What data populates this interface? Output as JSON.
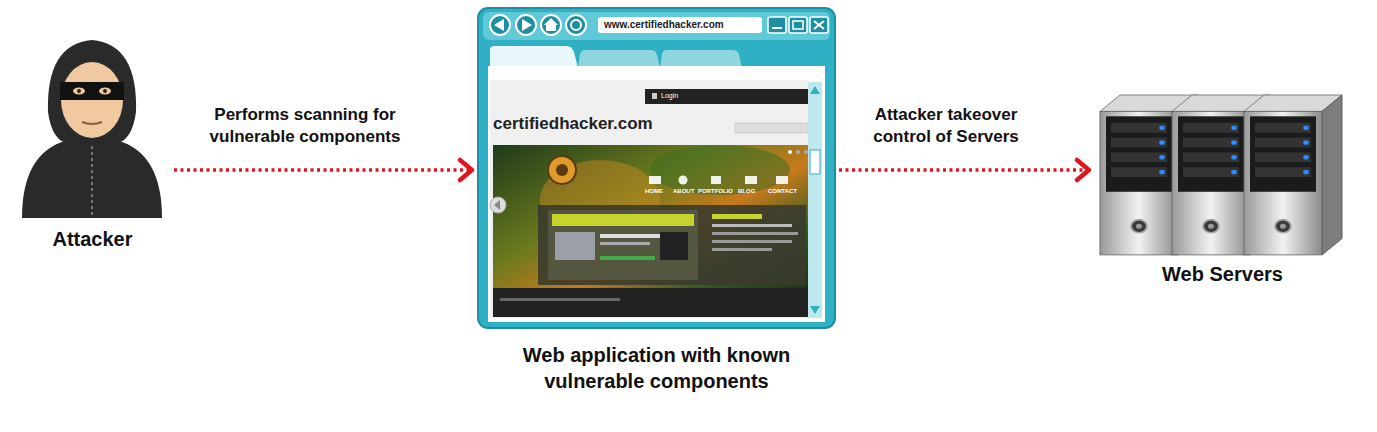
{
  "diagram": {
    "nodes": [
      {
        "text": [
          "Attacker"
        ]
      },
      {
        "text": [
          "Web application with known vulnerable components"
        ]
      },
      {
        "text": [
          "Web Servers"
        ]
      }
    ],
    "edges": [
      {
        "from": 0,
        "to": 1,
        "arrow": "to",
        "label": "Performs scanning for vulnerable components"
      },
      {
        "from": 1,
        "to": 2,
        "arrow": "to",
        "label": "Attacker takeover control of Servers"
      }
    ],
    "labels": [
      "www.certifiedhacker.com",
      "Login",
      "certifiedhacker.com",
      "HOME",
      "ABOUT",
      "PORTFOLIO",
      "BLOG",
      "CONTACT"
    ]
  }
}
